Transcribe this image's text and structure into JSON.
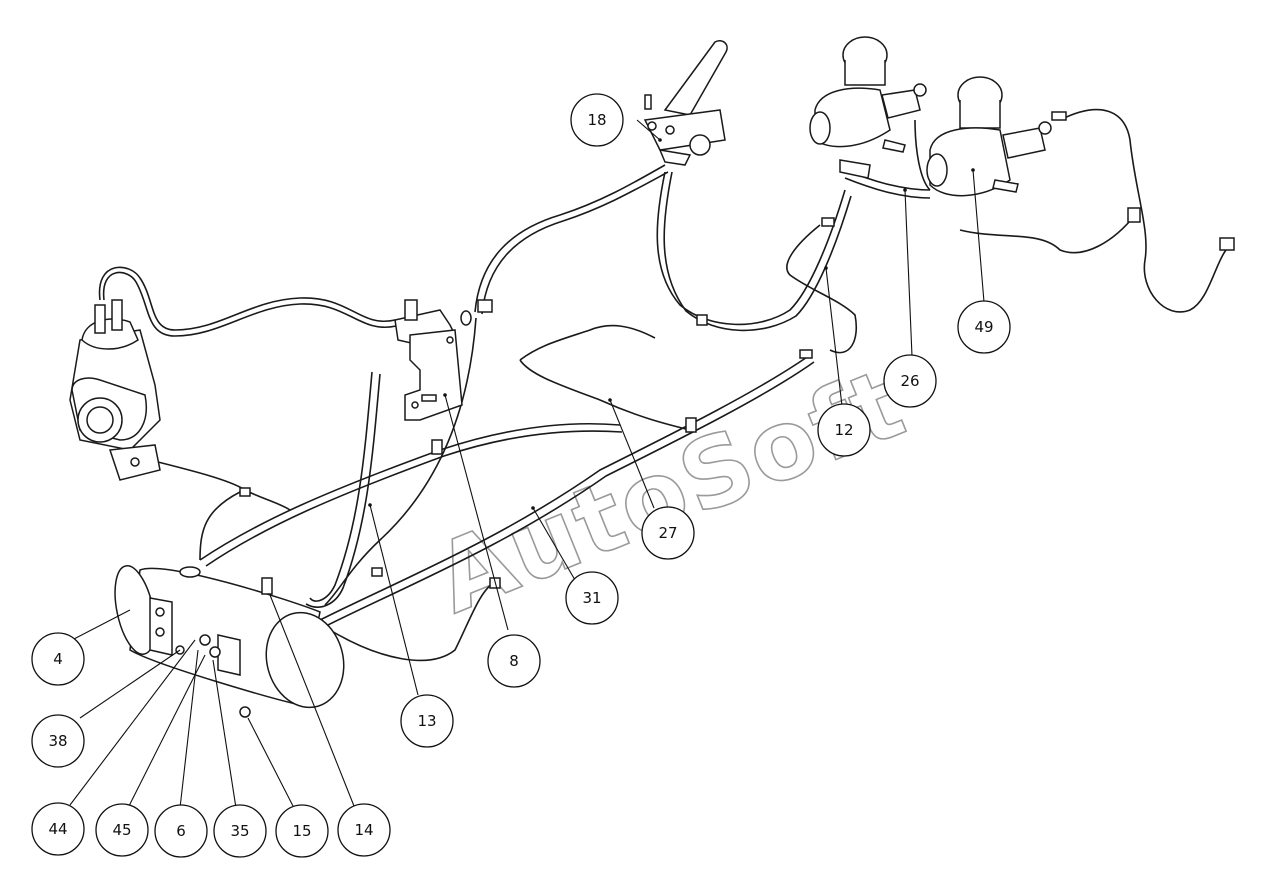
{
  "watermark": "AutoSoft",
  "callouts": [
    {
      "label": "18"
    },
    {
      "label": "49"
    },
    {
      "label": "26"
    },
    {
      "label": "12"
    },
    {
      "label": "27"
    },
    {
      "label": "31"
    },
    {
      "label": "8"
    },
    {
      "label": "13"
    },
    {
      "label": "4"
    },
    {
      "label": "38"
    },
    {
      "label": "44"
    },
    {
      "label": "45"
    },
    {
      "label": "6"
    },
    {
      "label": "35"
    },
    {
      "label": "15"
    },
    {
      "label": "14"
    }
  ]
}
